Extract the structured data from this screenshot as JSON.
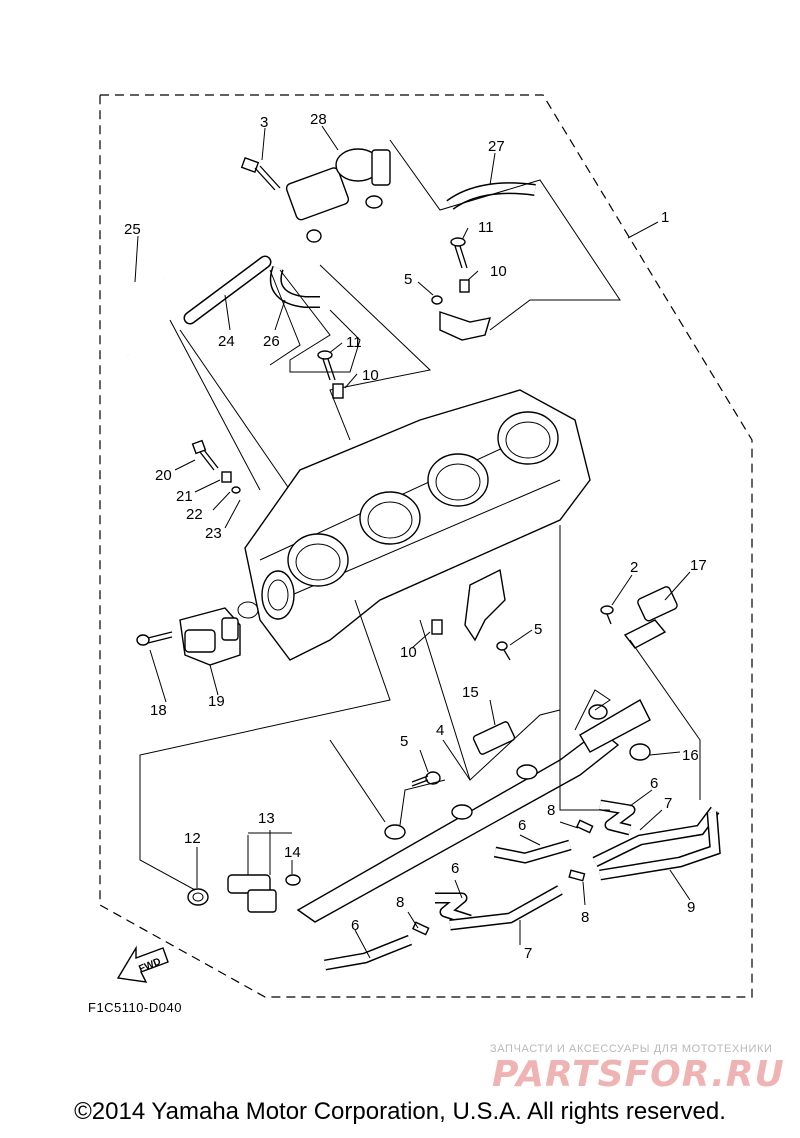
{
  "diagram_code": "F1C5110-D040",
  "fwd_label": "FWD",
  "callouts": [
    "1",
    "2",
    "3",
    "4",
    "5",
    "5",
    "5",
    "6",
    "6",
    "6",
    "6",
    "7",
    "7",
    "8",
    "8",
    "8",
    "9",
    "10",
    "10",
    "10",
    "11",
    "11",
    "12",
    "13",
    "14",
    "15",
    "16",
    "17",
    "18",
    "19",
    "20",
    "21",
    "22",
    "23",
    "24",
    "25",
    "26",
    "27",
    "28"
  ],
  "watermark": {
    "subtitle": "ЗАПЧАСТИ И АКСЕССУАРЫ ДЛЯ МОТОТЕХНИКИ",
    "logo": "PARTSFOR.RU"
  },
  "copyright": "©2014 Yamaha Motor Corporation, U.S.A. All rights reserved.",
  "colors": {
    "line": "#000000",
    "watermark_logo": "#efb3b3",
    "watermark_text": "#b9b9b9"
  }
}
